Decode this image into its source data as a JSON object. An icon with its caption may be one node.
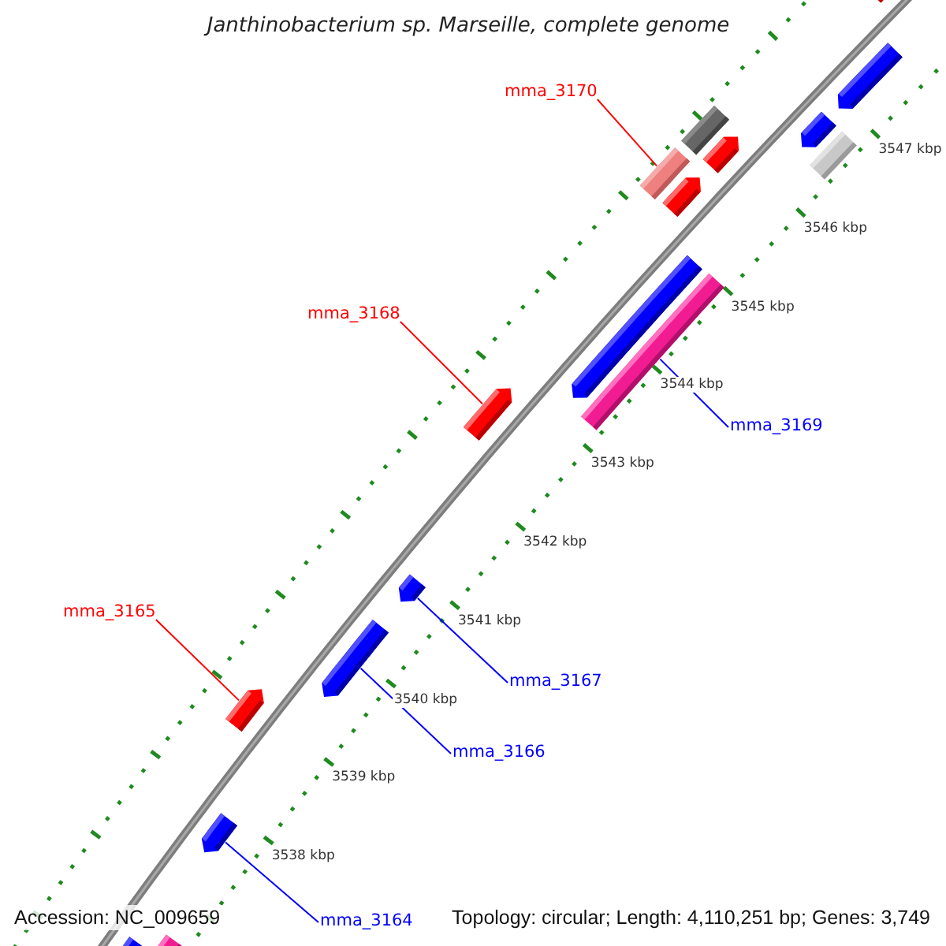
{
  "diagram": {
    "title": "Janthinobacterium sp. Marseille, complete genome",
    "nodes": [
      {
        "text": [
          "mma_3170"
        ]
      },
      {
        "text": [],
        "shape": "bar"
      },
      {
        "text": [
          "mma_3168"
        ]
      },
      {
        "text": [],
        "shape": "bar"
      },
      {
        "text": [
          "mma_3169"
        ]
      },
      {
        "text": [],
        "shape": "bar"
      },
      {
        "text": [
          "mma_3165"
        ]
      },
      {
        "text": [],
        "shape": "bar"
      },
      {
        "text": [
          "mma_3167"
        ]
      },
      {
        "text": [],
        "shape": "bar"
      },
      {
        "text": [
          "mma_3166"
        ]
      },
      {
        "text": [],
        "shape": "bar"
      },
      {
        "text": [
          "mma_3164"
        ]
      },
      {
        "text": [],
        "shape": "bar"
      },
      {
        "text": [],
        "shape": "bar"
      },
      {
        "text": [],
        "shape": "bar"
      },
      {
        "text": [],
        "shape": "bar"
      },
      {
        "text": [],
        "shape": "bar"
      },
      {
        "text": [],
        "shape": "bar"
      },
      {
        "text": [],
        "shape": "bar"
      },
      {
        "text": [],
        "shape": "bar"
      },
      {
        "text": [],
        "shape": "bar"
      },
      {
        "text": [],
        "shape": "bar"
      },
      {
        "text": [],
        "shape": "bar"
      }
    ],
    "edges": [
      {
        "from": 0,
        "to": 1,
        "arrow": "none",
        "color": "#ff0000"
      },
      {
        "from": 2,
        "to": 3,
        "arrow": "none",
        "color": "#ff0000"
      },
      {
        "from": 4,
        "to": 5,
        "arrow": "none"
      },
      {
        "from": 6,
        "to": 7,
        "arrow": "none",
        "color": "#ff0000"
      },
      {
        "from": 8,
        "to": 9,
        "arrow": "none"
      },
      {
        "from": 10,
        "to": 11,
        "arrow": "none"
      },
      {
        "from": 12,
        "to": 13,
        "arrow": "none"
      }
    ],
    "labels": [
      "3547 kbp",
      "3546 kbp",
      "3545 kbp",
      "3544 kbp",
      "3543 kbp",
      "3542 kbp",
      "3541 kbp",
      "3540 kbp",
      "3539 kbp",
      "3538 kbp",
      "Accession: NC_009659",
      "Topology: circular; Length: 4,110,251 bp; Genes: 3,749"
    ]
  }
}
